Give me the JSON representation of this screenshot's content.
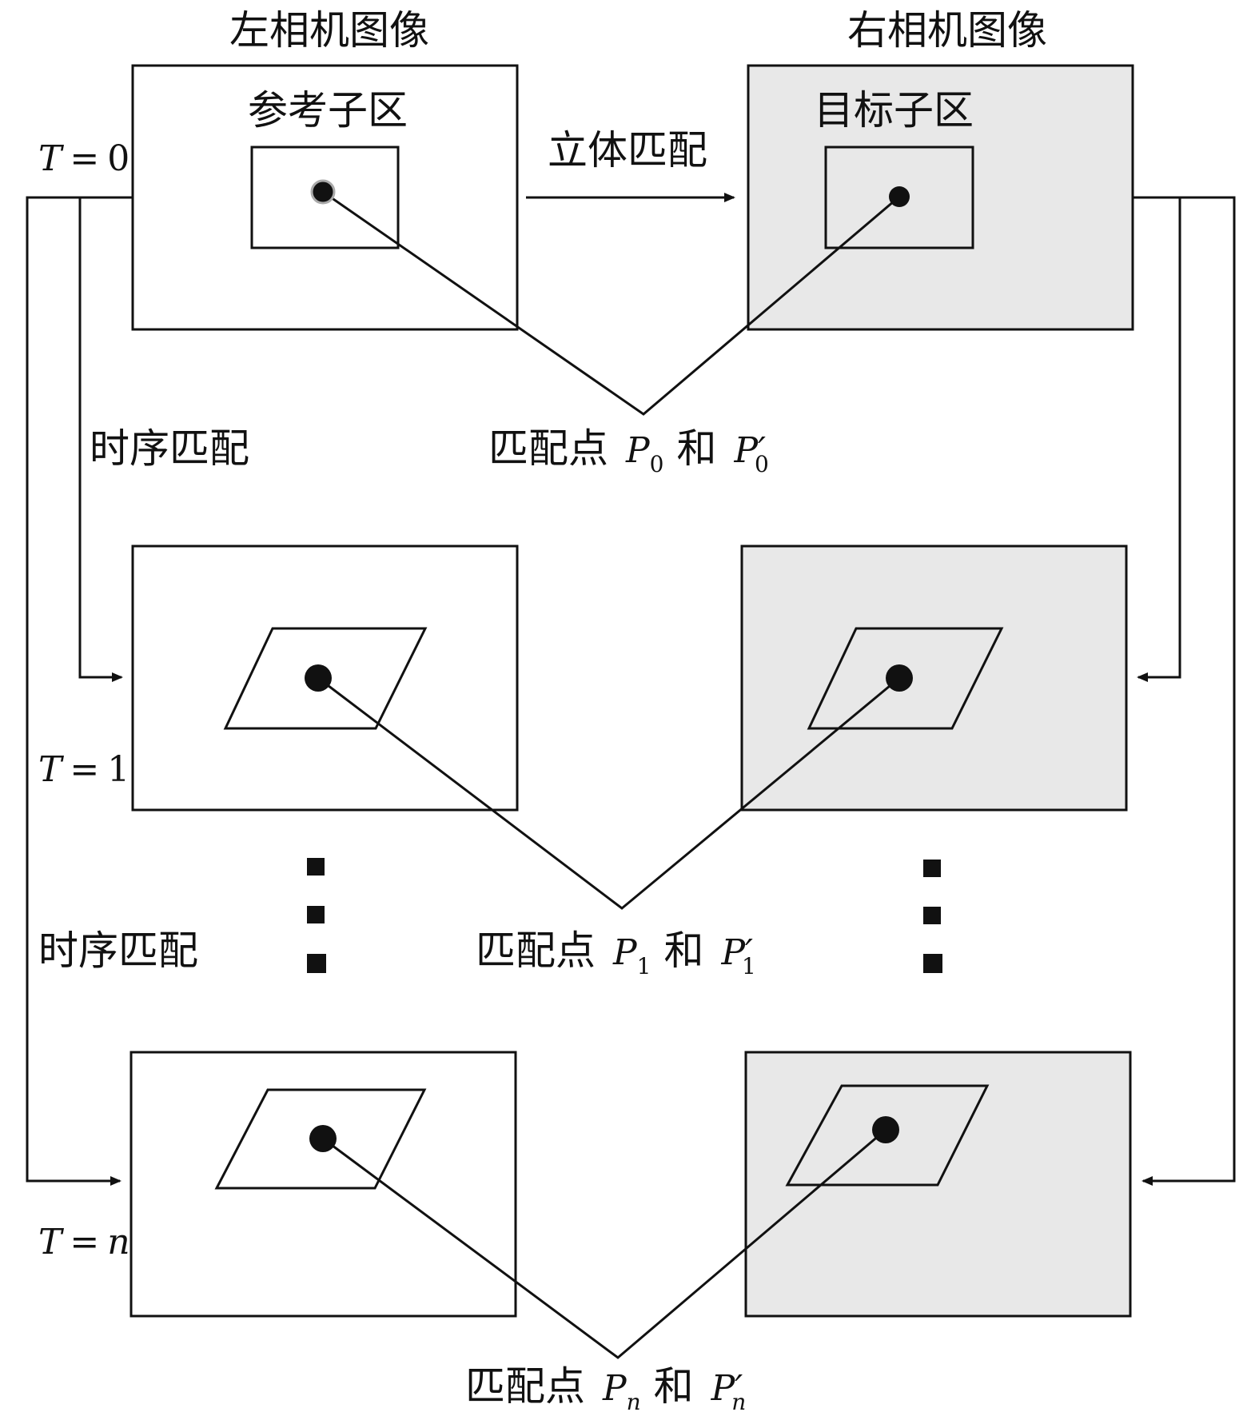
{
  "headers": {
    "left_camera": "左相机图像",
    "right_camera": "右相机图像"
  },
  "labels": {
    "reference_subset": "参考子区",
    "target_subset": "目标子区",
    "stereo_matching": "立体匹配",
    "temporal_matching_1": "时序匹配",
    "temporal_matching_2": "时序匹配"
  },
  "time_labels": {
    "t0": {
      "var": "T",
      "eq": "=",
      "val": "0"
    },
    "t1": {
      "var": "T",
      "eq": "=",
      "val": "1"
    },
    "tn": {
      "var": "T",
      "eq": "=",
      "val": "n"
    }
  },
  "match_points": {
    "p0": {
      "prefix": "匹配点",
      "p": "P",
      "sub": "0",
      "conj": "和",
      "pp": "P′",
      "ppsub": "0"
    },
    "p1": {
      "prefix": "匹配点",
      "p": "P",
      "sub": "1",
      "conj": "和",
      "pp": "P′",
      "ppsub": "1"
    },
    "pn": {
      "prefix": "匹配点",
      "p": "P",
      "sub": "n",
      "conj": "和",
      "pp": "P′",
      "ppsub": "n"
    }
  },
  "colors": {
    "left_fill": "#ffffff",
    "right_fill": "#e8e8e8",
    "stroke": "#111111"
  }
}
